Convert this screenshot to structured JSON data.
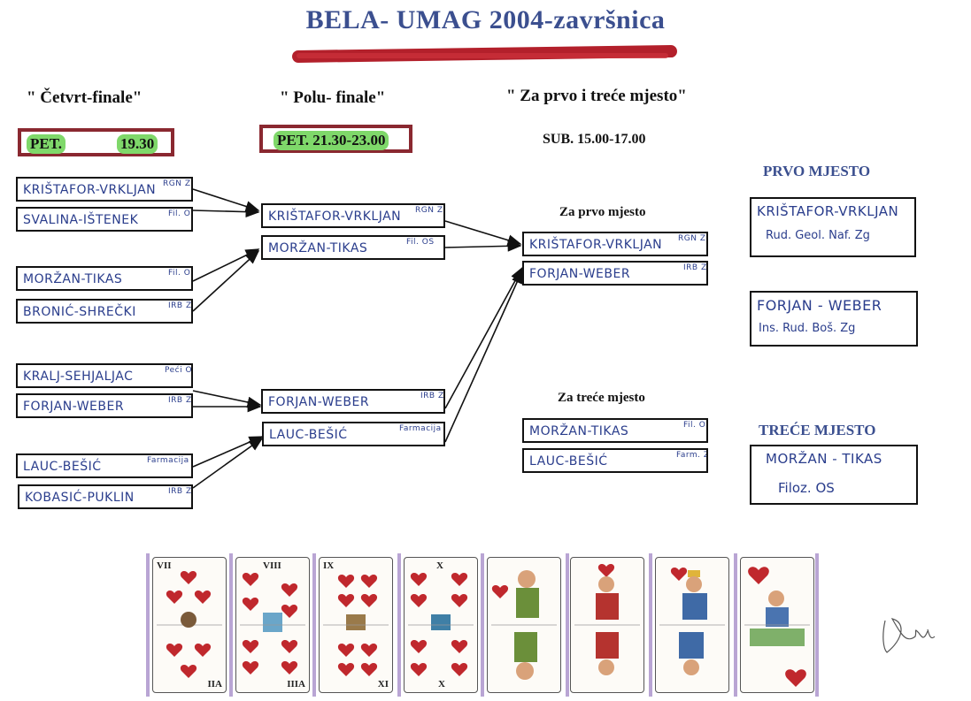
{
  "title": "BELA- UMAG 2004-završnica",
  "rounds": {
    "quarter": {
      "label": "\" Četvrt-finale\"",
      "day": "PET.",
      "time": "19.30"
    },
    "semi": {
      "label": "\" Polu- finale\"",
      "time": "PET. 21.30-23.00"
    },
    "final": {
      "label": "\" Za prvo i treće mjesto\"",
      "time": "SUB. 15.00-17.00"
    }
  },
  "quarterfinals": [
    {
      "name": "KRIŠTAFOR-VRKLJAN",
      "club": "RGN Zg"
    },
    {
      "name": "SVALINA-IŠTENEK",
      "club": "Fil. OS"
    },
    {
      "name": "MORŽAN-TIKAS",
      "club": "Fil. OS"
    },
    {
      "name": "BRONIĆ-SHREČKI",
      "club": "IRB Zg"
    },
    {
      "name": "KRALJ-SEHJALJAC",
      "club": "Peći OS"
    },
    {
      "name": "FORJAN-WEBER",
      "club": "IRB Zg"
    },
    {
      "name": "LAUC-BEŠIĆ",
      "club": "Farmacija Zg"
    },
    {
      "name": "KOBASIĆ-PUKLIN",
      "club": "IRB Zg"
    }
  ],
  "semifinals": [
    {
      "name": "KRIŠTAFOR-VRKLJAN",
      "club": "RGN Zg"
    },
    {
      "name": "MORŽAN-TIKAS",
      "club": "Fil. OS"
    },
    {
      "name": "FORJAN-WEBER",
      "club": "IRB Zg"
    },
    {
      "name": "LAUC-BEŠIĆ",
      "club": "Farmacija Zg"
    }
  ],
  "final_first": {
    "label": "Za prvo mjesto",
    "teams": [
      {
        "name": "KRIŠTAFOR-VRKLJAN",
        "club": "RGN Zg"
      },
      {
        "name": "FORJAN-WEBER",
        "club": "IRB Zg"
      }
    ]
  },
  "final_third": {
    "label": "Za treće mjesto",
    "teams": [
      {
        "name": "MORŽAN-TIKAS",
        "club": "Fil. OS"
      },
      {
        "name": "LAUC-BEŠIĆ",
        "club": "Farm. Zg"
      }
    ]
  },
  "results": {
    "first_label": "PRVO MJESTO",
    "first": {
      "name": "KRIŠTAFOR-VRKLJAN",
      "detail": "Rud. Geol. Naf.   Zg"
    },
    "second": {
      "name": "FORJAN - WEBER",
      "detail": "Ins. Rud. Boš.    Zg"
    },
    "third_label": "TREĆE MJESTO",
    "third": {
      "name": "MORŽAN - TIKAS",
      "detail": "Filoz.   OS"
    }
  },
  "cards": [
    {
      "rank": "VII",
      "rank_bottom": "IIA"
    },
    {
      "rank": "VIII",
      "rank_bottom": "IIIA"
    },
    {
      "rank": "IX",
      "rank_bottom": "XI"
    },
    {
      "rank": "X",
      "rank_bottom": "X"
    },
    {
      "rank": "",
      "rank_bottom": ""
    },
    {
      "rank": "",
      "rank_bottom": ""
    },
    {
      "rank": "",
      "rank_bottom": ""
    },
    {
      "rank": "",
      "rank_bottom": ""
    }
  ],
  "colors": {
    "title": "#3b4f8f",
    "brush": "#b3202b",
    "highlight": "#7fd86a",
    "handwriting": "#2a3d8c",
    "heart": "#c0282d"
  }
}
